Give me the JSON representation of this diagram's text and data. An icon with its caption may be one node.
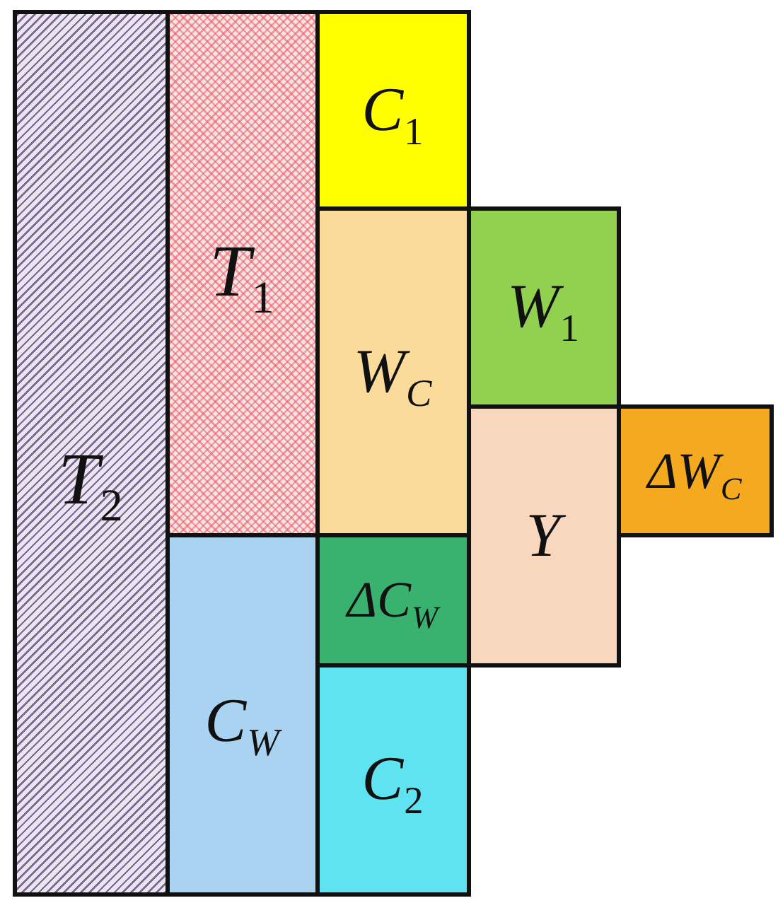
{
  "diagram": {
    "nodes": [
      {
        "text": [
          "T$_{2}$"
        ]
      },
      {
        "text": [
          "T$_{1}$"
        ]
      },
      {
        "text": [
          "C$_{1}$"
        ]
      },
      {
        "text": [
          "W$_{C}$"
        ]
      },
      {
        "text": [
          "W$_{1}$"
        ]
      },
      {
        "text": [
          "ΔW$_{C}$"
        ]
      },
      {
        "text": [
          "Y"
        ]
      },
      {
        "text": [
          "ΔC$_{W}$"
        ]
      },
      {
        "text": [
          "C$_{W}$"
        ]
      },
      {
        "text": [
          "C$_{2}$"
        ]
      }
    ]
  }
}
